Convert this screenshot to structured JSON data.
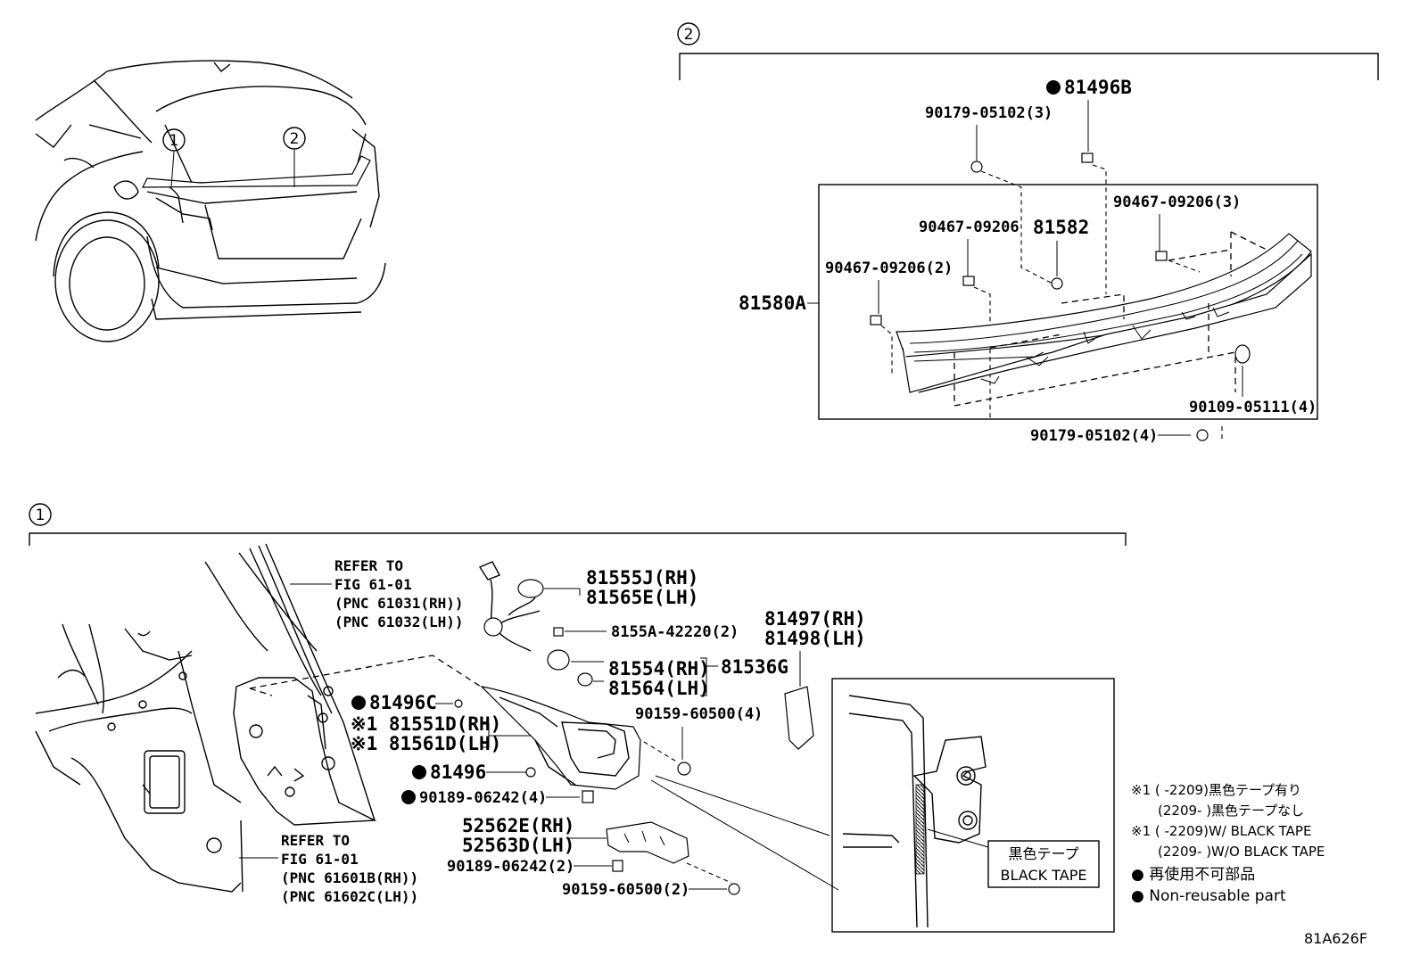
{
  "sections": {
    "s1": {
      "label": "1"
    },
    "s2": {
      "label": "2"
    }
  },
  "car": {
    "callout1": "1",
    "callout2": "2"
  },
  "garnish": {
    "p81496B": "81496B",
    "p90179_3": "90179-05102(3)",
    "p90467_3": "90467-09206(3)",
    "p90467": "90467-09206",
    "p81582": "81582",
    "p90467_2": "90467-09206(2)",
    "p81580A": "81580A",
    "p90109_4": "90109-05111(4)",
    "p90179_4": "90179-05102(4)"
  },
  "lamp": {
    "ref1": [
      "REFER TO",
      "FIG 61-01",
      "(PNC 61031(RH))",
      "(PNC 61032(LH))"
    ],
    "ref2": [
      "REFER TO",
      "FIG 61-01",
      "(PNC 61601B(RH))",
      "(PNC 61602C(LH))"
    ],
    "p81555J": "81555J(RH)",
    "p81565E": "81565E(LH)",
    "p8155A": "8155A-42220(2)",
    "p81554": "81554(RH)",
    "p81564": "81564(LH)",
    "p81536G": "81536G",
    "p81497": "81497(RH)",
    "p81498": "81498(LH)",
    "p81496C": "81496C",
    "p81551D": "※1 81551D(RH)",
    "p81561D": "※1 81561D(LH)",
    "p90159_4": "90159-60500(4)",
    "p81496": "81496",
    "p90189_4": "90189-06242(4)",
    "p52562E": "52562E(RH)",
    "p52563D": "52563D(LH)",
    "p90189_2": "90189-06242(2)",
    "p90159_2": "90159-60500(2)"
  },
  "tape": {
    "jp": "黒色テープ",
    "en": "BLACK TAPE"
  },
  "notes": [
    "※1 (      -2209)黒色テープ有り",
    "(2209-      )黒色テープなし",
    "※1 (      -2209)W/ BLACK TAPE",
    "(2209-      )W/O BLACK TAPE",
    "● 再使用不可部品",
    "● Non-reusable part"
  ],
  "code": "81A626F"
}
